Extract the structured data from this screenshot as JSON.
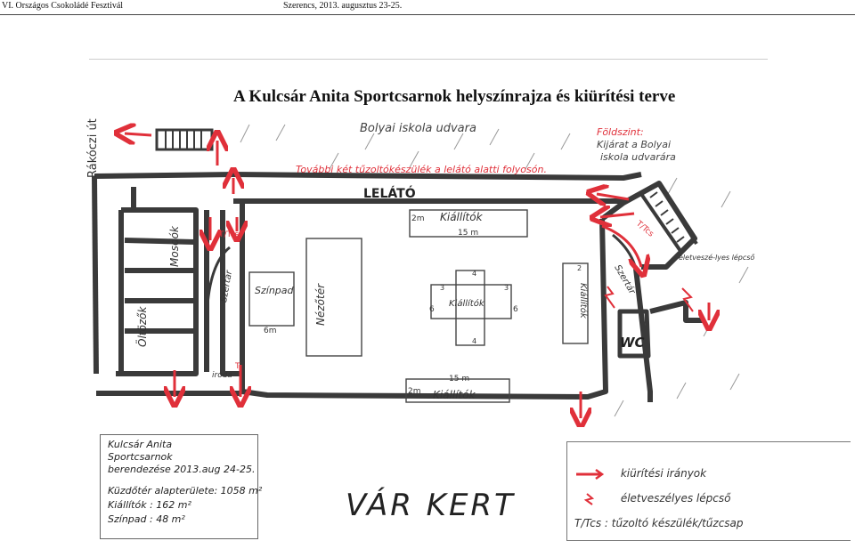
{
  "header": {
    "left": "VI. Országos Csokoládé Fesztivál",
    "center": "Szerencs, 2013. augusztus 23-25."
  },
  "title": "A Kulcsár Anita Sportcsarnok helyszínrajza és kiürítési terve",
  "plan": {
    "rakoczi_ut": "Rákóczi út",
    "bolyai_udvar": "Bolyai iskola udvara",
    "foldszint": "Földszint:",
    "kijarat": "Kijárat a Bolyai",
    "iskola_udvar": "iskola udvarára",
    "tovabbi": "További két tűzoltókészülék a lelátó alatti folyosón.",
    "lelato": "LELÁTÓ",
    "kiallitok_top": "Kiállítók",
    "m2_top": "2m",
    "m15": "15 m",
    "szinpad": "Színpad",
    "m6": "6m",
    "nezoter": "Nézőtér",
    "kiallitok_center": "Kiállítók",
    "n3a": "3",
    "n3b": "3",
    "n4a": "4",
    "n4b": "4",
    "n6a": "6",
    "n6b": "6",
    "kiallitok_right": "Kiállítók",
    "n2_right": "2",
    "kiallitok_bottom": "Kiállítók",
    "m15_bottom": "15 m",
    "m2_bottom": "2m",
    "oltozok": "Öltözők",
    "mosdok": "Mosdók",
    "szertar_left": "Szertár",
    "szertar_right": "Szertár",
    "iroda": "iroda",
    "t_left": "T/Tcs",
    "t_right": "T/Tcs",
    "eletveszely": "életveszé-lyes lépcső",
    "wc": "WC",
    "iroda_t": "T"
  },
  "info": {
    "line1": "Kulcsár Anita",
    "line2": "Sportcsarnok",
    "line3": "berendezése 2013.aug 24-25.",
    "line4": "Küzdőtér alapterülete: 1058 m²",
    "line5": "Kiállítók :  162 m²",
    "line6": "Színpad :   48 m²"
  },
  "varkert": "VÁR KERT",
  "legend": {
    "item1": "kiürítési irányok",
    "item2": "életveszélyes lépcső",
    "item3": "T/Tcs : tűzoltó készülék/tűzcsap"
  },
  "colors": {
    "red": "#e0303a",
    "wall": "#3a3a3a"
  }
}
